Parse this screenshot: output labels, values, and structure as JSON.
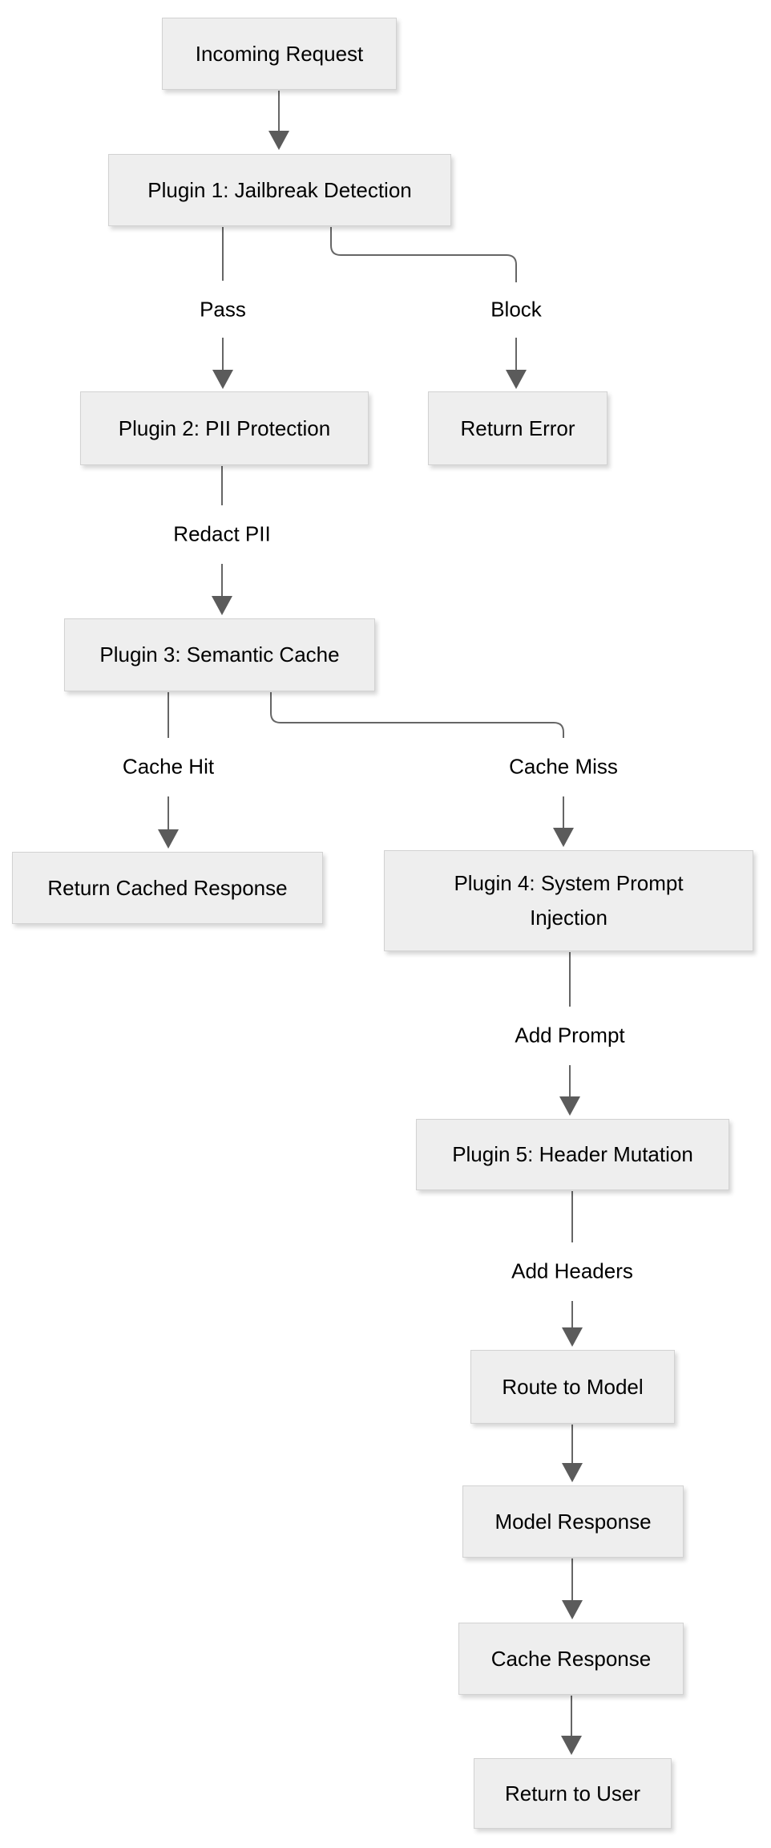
{
  "diagram": {
    "title": "LLM gateway plugin pipeline flowchart",
    "colors": {
      "background": "#ffffff",
      "node_fill": "#eeeeee",
      "node_border": "#d2d2d2",
      "edge_stroke": "#666666",
      "arrowhead_fill": "#5b5b5b",
      "text": "#000000"
    },
    "nodes": [
      {
        "id": "incoming_request",
        "label": "Incoming Request"
      },
      {
        "id": "plugin1",
        "label": "Plugin 1: Jailbreak Detection"
      },
      {
        "id": "plugin2",
        "label": "Plugin 2: PII Protection"
      },
      {
        "id": "return_error",
        "label": "Return Error"
      },
      {
        "id": "plugin3",
        "label": "Plugin 3: Semantic Cache"
      },
      {
        "id": "return_cached_response",
        "label": "Return Cached Response"
      },
      {
        "id": "plugin4",
        "label": "Plugin 4: System Prompt Injection"
      },
      {
        "id": "plugin5",
        "label": "Plugin 5: Header Mutation"
      },
      {
        "id": "route_to_model",
        "label": "Route to Model"
      },
      {
        "id": "model_response",
        "label": "Model Response"
      },
      {
        "id": "cache_response",
        "label": "Cache Response"
      },
      {
        "id": "return_to_user",
        "label": "Return to User"
      }
    ],
    "edge_labels": [
      {
        "id": "pass",
        "label": "Pass"
      },
      {
        "id": "block",
        "label": "Block"
      },
      {
        "id": "redact_pii",
        "label": "Redact PII"
      },
      {
        "id": "cache_hit",
        "label": "Cache Hit"
      },
      {
        "id": "cache_miss",
        "label": "Cache Miss"
      },
      {
        "id": "add_prompt",
        "label": "Add Prompt"
      },
      {
        "id": "add_headers",
        "label": "Add Headers"
      }
    ],
    "edges": [
      {
        "from": "incoming_request",
        "to": "plugin1",
        "label": ""
      },
      {
        "from": "plugin1",
        "to": "plugin2",
        "label": "Pass"
      },
      {
        "from": "plugin1",
        "to": "return_error",
        "label": "Block"
      },
      {
        "from": "plugin2",
        "to": "plugin3",
        "label": "Redact PII"
      },
      {
        "from": "plugin3",
        "to": "return_cached_response",
        "label": "Cache Hit"
      },
      {
        "from": "plugin3",
        "to": "plugin4",
        "label": "Cache Miss"
      },
      {
        "from": "plugin4",
        "to": "plugin5",
        "label": "Add Prompt"
      },
      {
        "from": "plugin5",
        "to": "route_to_model",
        "label": "Add Headers"
      },
      {
        "from": "route_to_model",
        "to": "model_response",
        "label": ""
      },
      {
        "from": "model_response",
        "to": "cache_response",
        "label": ""
      },
      {
        "from": "cache_response",
        "to": "return_to_user",
        "label": ""
      }
    ]
  }
}
